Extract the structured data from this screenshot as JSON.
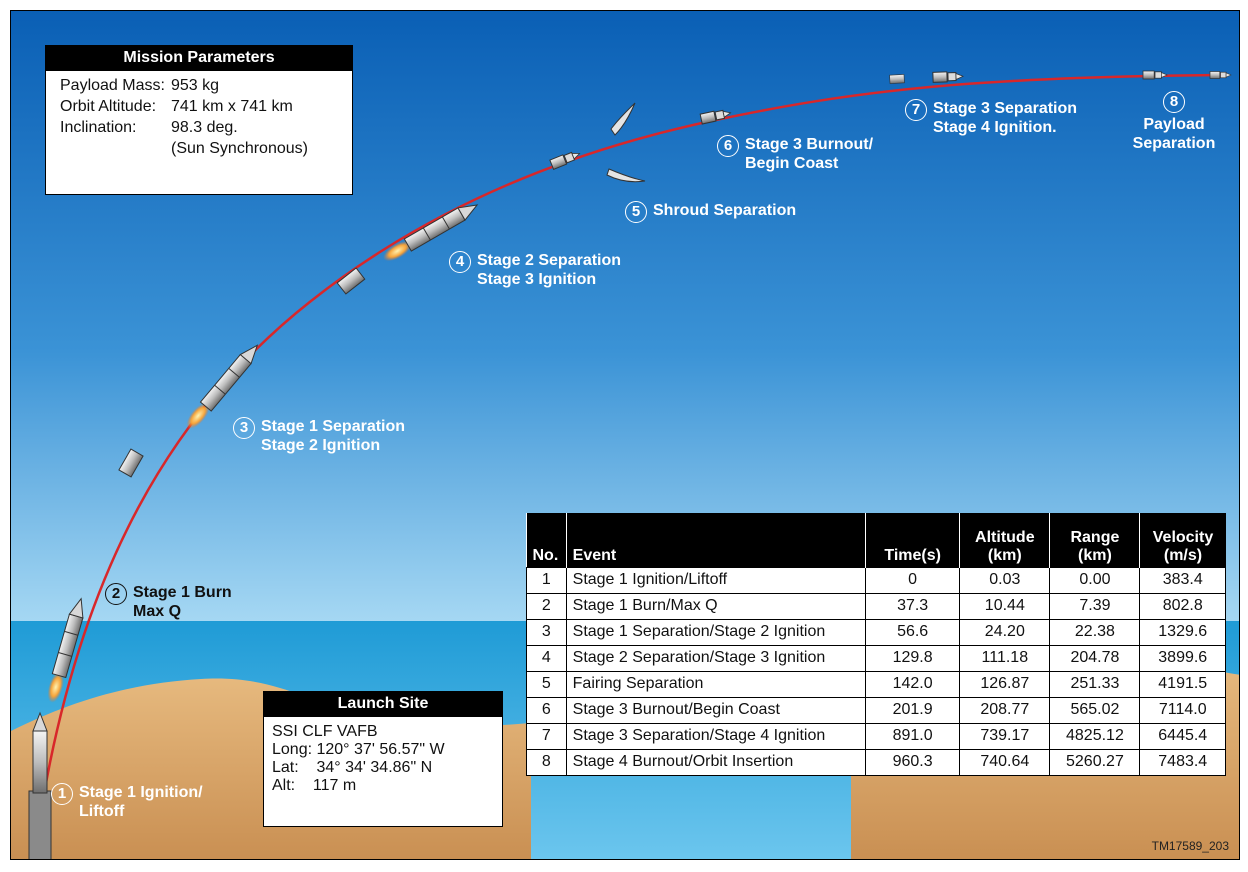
{
  "mission_parameters": {
    "title": "Mission Parameters",
    "rows": [
      {
        "label": "Payload Mass:",
        "value": "953 kg"
      },
      {
        "label": "Orbit Altitude:",
        "value": "741 km x 741 km"
      },
      {
        "label": "Inclination:",
        "value": "98.3  deg."
      },
      {
        "label": "",
        "value": "(Sun Synchronous)"
      }
    ]
  },
  "launch_site": {
    "title": "Launch Site",
    "lines": [
      "SSI CLF VAFB",
      "Long: 120° 37' 56.57\" W",
      "Lat:    34° 34' 34.86\" N",
      "Alt:    117 m"
    ]
  },
  "stage_labels": [
    {
      "num": "1",
      "text": "Stage 1 Ignition/\nLiftoff"
    },
    {
      "num": "2",
      "text": "Stage 1 Burn\nMax Q"
    },
    {
      "num": "3",
      "text": "Stage 1 Separation\nStage 2 Ignition"
    },
    {
      "num": "4",
      "text": "Stage 2 Separation\nStage 3 Ignition"
    },
    {
      "num": "5",
      "text": "Shroud Separation"
    },
    {
      "num": "6",
      "text": "Stage 3 Burnout/\nBegin Coast"
    },
    {
      "num": "7",
      "text": "Stage 3 Separation\nStage 4 Ignition."
    },
    {
      "num": "8",
      "text": "Payload\nSeparation"
    }
  ],
  "events_table": {
    "headers": {
      "no": "No.",
      "event": "Event",
      "time": "Time(s)",
      "altitude": "Altitude\n(km)",
      "range": "Range\n(km)",
      "velocity": "Velocity\n(m/s)"
    },
    "rows": [
      {
        "no": "1",
        "event": "Stage 1 Ignition/Liftoff",
        "time": "0",
        "altitude": "0.03",
        "range": "0.00",
        "velocity": "383.4"
      },
      {
        "no": "2",
        "event": "Stage 1 Burn/Max Q",
        "time": "37.3",
        "altitude": "10.44",
        "range": "7.39",
        "velocity": "802.8"
      },
      {
        "no": "3",
        "event": "Stage 1 Separation/Stage 2 Ignition",
        "time": "56.6",
        "altitude": "24.20",
        "range": "22.38",
        "velocity": "1329.6"
      },
      {
        "no": "4",
        "event": "Stage 2 Separation/Stage 3 Ignition",
        "time": "129.8",
        "altitude": "111.18",
        "range": "204.78",
        "velocity": "3899.6"
      },
      {
        "no": "5",
        "event": "Fairing Separation",
        "time": "142.0",
        "altitude": "126.87",
        "range": "251.33",
        "velocity": "4191.5"
      },
      {
        "no": "6",
        "event": "Stage 3 Burnout/Begin Coast",
        "time": "201.9",
        "altitude": "208.77",
        "range": "565.02",
        "velocity": "7114.0"
      },
      {
        "no": "7",
        "event": "Stage 3 Separation/Stage 4 Ignition",
        "time": "891.0",
        "altitude": "739.17",
        "range": "4825.12",
        "velocity": "6445.4"
      },
      {
        "no": "8",
        "event": "Stage 4 Burnout/Orbit Insertion",
        "time": "960.3",
        "altitude": "740.64",
        "range": "5260.27",
        "velocity": "7483.4"
      }
    ]
  },
  "doc_id": "TM17589_203",
  "colors": {
    "sky_top": "#0b63b8",
    "sky_bottom": "#9ed3f2",
    "ocean": "#2aa5dc",
    "land": "#d9a86c",
    "trajectory": "#d8272a",
    "plume": "#f2a23a"
  }
}
